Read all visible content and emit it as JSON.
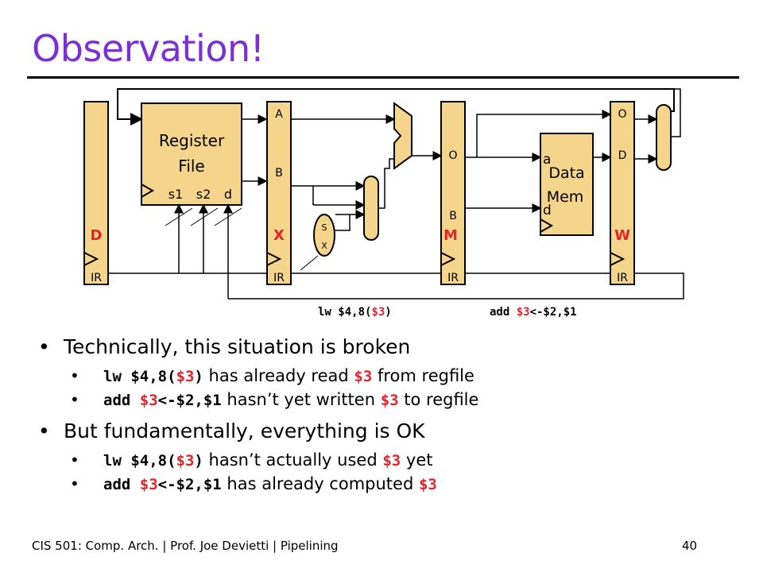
{
  "title": "Observation!",
  "diagram": {
    "register_file_label": "Register File",
    "register_file_line1": "Register",
    "register_file_line2": "File",
    "rf_ports": [
      "s1",
      "s2",
      "d"
    ],
    "latch_x_top": [
      "A",
      "B"
    ],
    "latch_m_top": [
      "O",
      "B"
    ],
    "latch_w_top": [
      "O",
      "D"
    ],
    "latch_ir": "IR",
    "stage_d": "D",
    "stage_x": "X",
    "stage_m": "M",
    "stage_w": "W",
    "sx_label": [
      "S",
      "X"
    ],
    "data_mem_line1": "Data",
    "data_mem_line2": "Mem",
    "data_mem_a": "a",
    "data_mem_d": "d",
    "instr_x": {
      "pre": "lw $4,8(",
      "reg": "$3",
      "post": ")"
    },
    "instr_w": {
      "pre": "add ",
      "reg": "$3",
      "post": "<-$2,$1"
    }
  },
  "bullets": [
    {
      "text": "Technically, this situation is broken",
      "sub": [
        {
          "c1": "lw $4,8(",
          "r1": "$3",
          "c2": ")",
          "t1": " has already read ",
          "r2": "$3",
          "t2": " from regfile"
        },
        {
          "c1": "add ",
          "r1": "$3",
          "c2": "<-$2,$1",
          "t1": " hasn’t yet written ",
          "r2": "$3",
          "t2": " to regfile"
        }
      ]
    },
    {
      "text": "But fundamentally, everything is OK",
      "sub": [
        {
          "c1": "lw $4,8(",
          "r1": "$3",
          "c2": ")",
          "t1": " hasn’t actually used ",
          "r2": "$3",
          "t2": " yet"
        },
        {
          "c1": "add ",
          "r1": "$3",
          "c2": "<-$2,$1",
          "t1": " has already computed ",
          "r2": "$3",
          "t2": ""
        }
      ]
    }
  ],
  "footer": "CIS 501: Comp. Arch.  |  Prof. Joe Devietti  |  Pipelining",
  "page_number": "40",
  "colors": {
    "title": "#7b2fd6",
    "latch_fill": "#f5d58c",
    "red": "#e8222a",
    "stage": "#e8222a"
  }
}
